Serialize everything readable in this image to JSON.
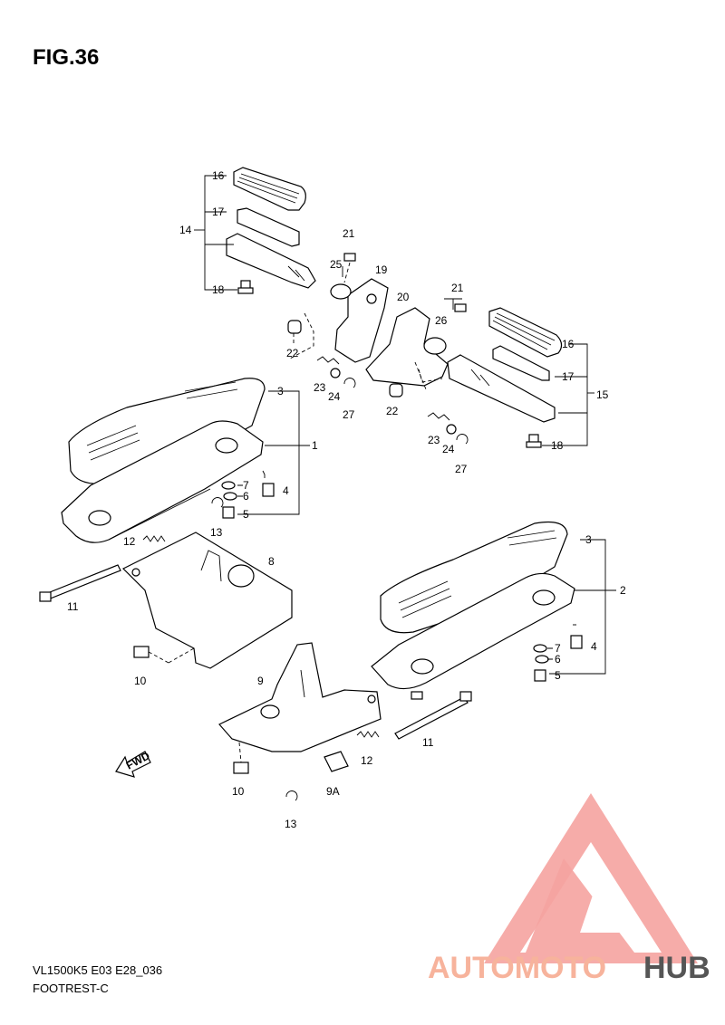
{
  "figure": {
    "title": "FIG.36",
    "code": "VL1500K5 E03 E28_036",
    "name": "FOOTREST-C"
  },
  "fwd_label": "FWD",
  "watermark": {
    "part1": "AUTOMOTO",
    "part2": "HUB",
    "color_main": "#f5a3a0",
    "color_accent": "#f07e72",
    "color_dark": "#555555"
  },
  "callouts": [
    {
      "id": "c16a",
      "label": "16"
    },
    {
      "id": "c17a",
      "label": "17"
    },
    {
      "id": "c14",
      "label": "14"
    },
    {
      "id": "c18a",
      "label": "18"
    },
    {
      "id": "c21a",
      "label": "21"
    },
    {
      "id": "c25",
      "label": "25"
    },
    {
      "id": "c19",
      "label": "19"
    },
    {
      "id": "c22a",
      "label": "22"
    },
    {
      "id": "c23a",
      "label": "23"
    },
    {
      "id": "c24a",
      "label": "24"
    },
    {
      "id": "c27a",
      "label": "27"
    },
    {
      "id": "c20",
      "label": "20"
    },
    {
      "id": "c21b",
      "label": "21"
    },
    {
      "id": "c26",
      "label": "26"
    },
    {
      "id": "c16b",
      "label": "16"
    },
    {
      "id": "c17b",
      "label": "17"
    },
    {
      "id": "c15",
      "label": "15"
    },
    {
      "id": "c22b",
      "label": "22"
    },
    {
      "id": "c23b",
      "label": "23"
    },
    {
      "id": "c24b",
      "label": "24"
    },
    {
      "id": "c27b",
      "label": "27"
    },
    {
      "id": "c18b",
      "label": "18"
    },
    {
      "id": "c3a",
      "label": "3"
    },
    {
      "id": "c1",
      "label": "1"
    },
    {
      "id": "c7a",
      "label": "7"
    },
    {
      "id": "c6a",
      "label": "6"
    },
    {
      "id": "c4a",
      "label": "4"
    },
    {
      "id": "c5a",
      "label": "5"
    },
    {
      "id": "c13a",
      "label": "13"
    },
    {
      "id": "c12a",
      "label": "12"
    },
    {
      "id": "c8",
      "label": "8"
    },
    {
      "id": "c11a",
      "label": "11"
    },
    {
      "id": "c10a",
      "label": "10"
    },
    {
      "id": "c3b",
      "label": "3"
    },
    {
      "id": "c2",
      "label": "2"
    },
    {
      "id": "c7b",
      "label": "7"
    },
    {
      "id": "c4b",
      "label": "4"
    },
    {
      "id": "c6b",
      "label": "6"
    },
    {
      "id": "c5b",
      "label": "5"
    },
    {
      "id": "c9",
      "label": "9"
    },
    {
      "id": "c11b",
      "label": "11"
    },
    {
      "id": "c12b",
      "label": "12"
    },
    {
      "id": "c10b",
      "label": "10"
    },
    {
      "id": "c9a",
      "label": "9A"
    },
    {
      "id": "c13b",
      "label": "13"
    }
  ]
}
